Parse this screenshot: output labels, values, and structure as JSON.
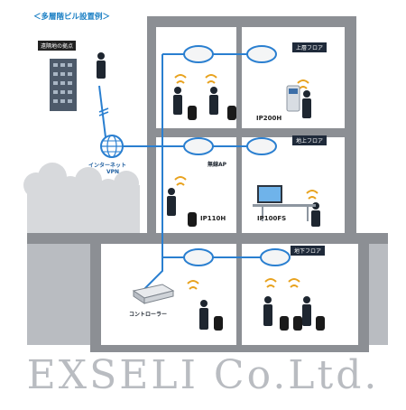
{
  "title": "＜多層階ビル設置例＞",
  "remote_label": "遠隔地の拠点",
  "floors": {
    "upper": "上層フロア",
    "ground": "地上フロア",
    "basement": "地下フロア"
  },
  "network": {
    "internet_line1": "インターネット",
    "internet_line2": "VPN",
    "ap_label": "無線AP",
    "controller_label": "コントローラー"
  },
  "devices": {
    "ip200h": "IP200H",
    "ip110h": "IP110H",
    "ip100fs": "IP100FS"
  },
  "logo": "EXSELI Co.Ltd.",
  "colors": {
    "building": "#8c8f94",
    "cable": "#2a7fd0",
    "title": "#1a7fc4",
    "wifi": "#e8a21e",
    "label_bg": "#1f2a3a"
  }
}
